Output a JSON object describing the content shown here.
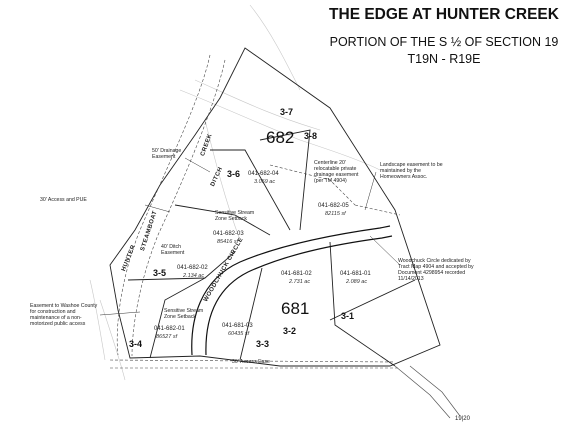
{
  "title": "THE EDGE AT HUNTER CREEK",
  "subtitle": "PORTION OF THE S ½ OF SECTION 19",
  "township": "T19N - R19E",
  "blocks": [
    {
      "id": "682",
      "label": "682"
    },
    {
      "id": "681",
      "label": "681"
    }
  ],
  "lots": [
    {
      "lot": "3-7",
      "apn": "",
      "area": ""
    },
    {
      "lot": "3-8",
      "apn": "",
      "area": ""
    },
    {
      "lot": "3-6",
      "apn": "041-682-04",
      "area": "3.059 ac"
    },
    {
      "lot": "",
      "apn": "041-682-05",
      "area": "82115 sf"
    },
    {
      "lot": "",
      "apn": "041-682-03",
      "area": "85416 sf"
    },
    {
      "lot": "3-5",
      "apn": "041-682-02",
      "area": "2.134 ac"
    },
    {
      "lot": "3-4",
      "apn": "041-682-01",
      "area": "86527 sf"
    },
    {
      "lot": "3-3",
      "apn": "041-681-03",
      "area": "60435 sf"
    },
    {
      "lot": "3-2",
      "apn": "041-681-02",
      "area": "2.731 ac"
    },
    {
      "lot": "3-1",
      "apn": "041-681-01",
      "area": "2.089 ac"
    }
  ],
  "roads": {
    "woodchuck": "WOODCHUCK CIRCLE",
    "hunter": "HUNTER",
    "steamboat": "STEAMBOAT",
    "creek": "CREEK",
    "ditch": "DITCH"
  },
  "notes": {
    "drainage": "50' Drainage Easement",
    "access_pue": "30' Access and PUE",
    "stream_setback_1": "Sensitive Stream Zone Setback",
    "ditch_easement": "40' Ditch Easement",
    "stream_setback_2": "Sensitive Stream Zone Setback",
    "washoe_easement": "Easement to Washoe County for construction and maintenance of a non-motorized public access",
    "centerline": "Centerline 20' relocatable private drainage easement (per TM 4904)",
    "landscape": "Landscape easement to be maintained by the Homeowners Assoc.",
    "woodchuck_dedication": "Woodchuck Circle dedicated by Tract Map 4904 and accepted by Document 4298954 recorded 11/14/2013",
    "access_ease": "30' Access Ease"
  },
  "corner_label": "19|20"
}
